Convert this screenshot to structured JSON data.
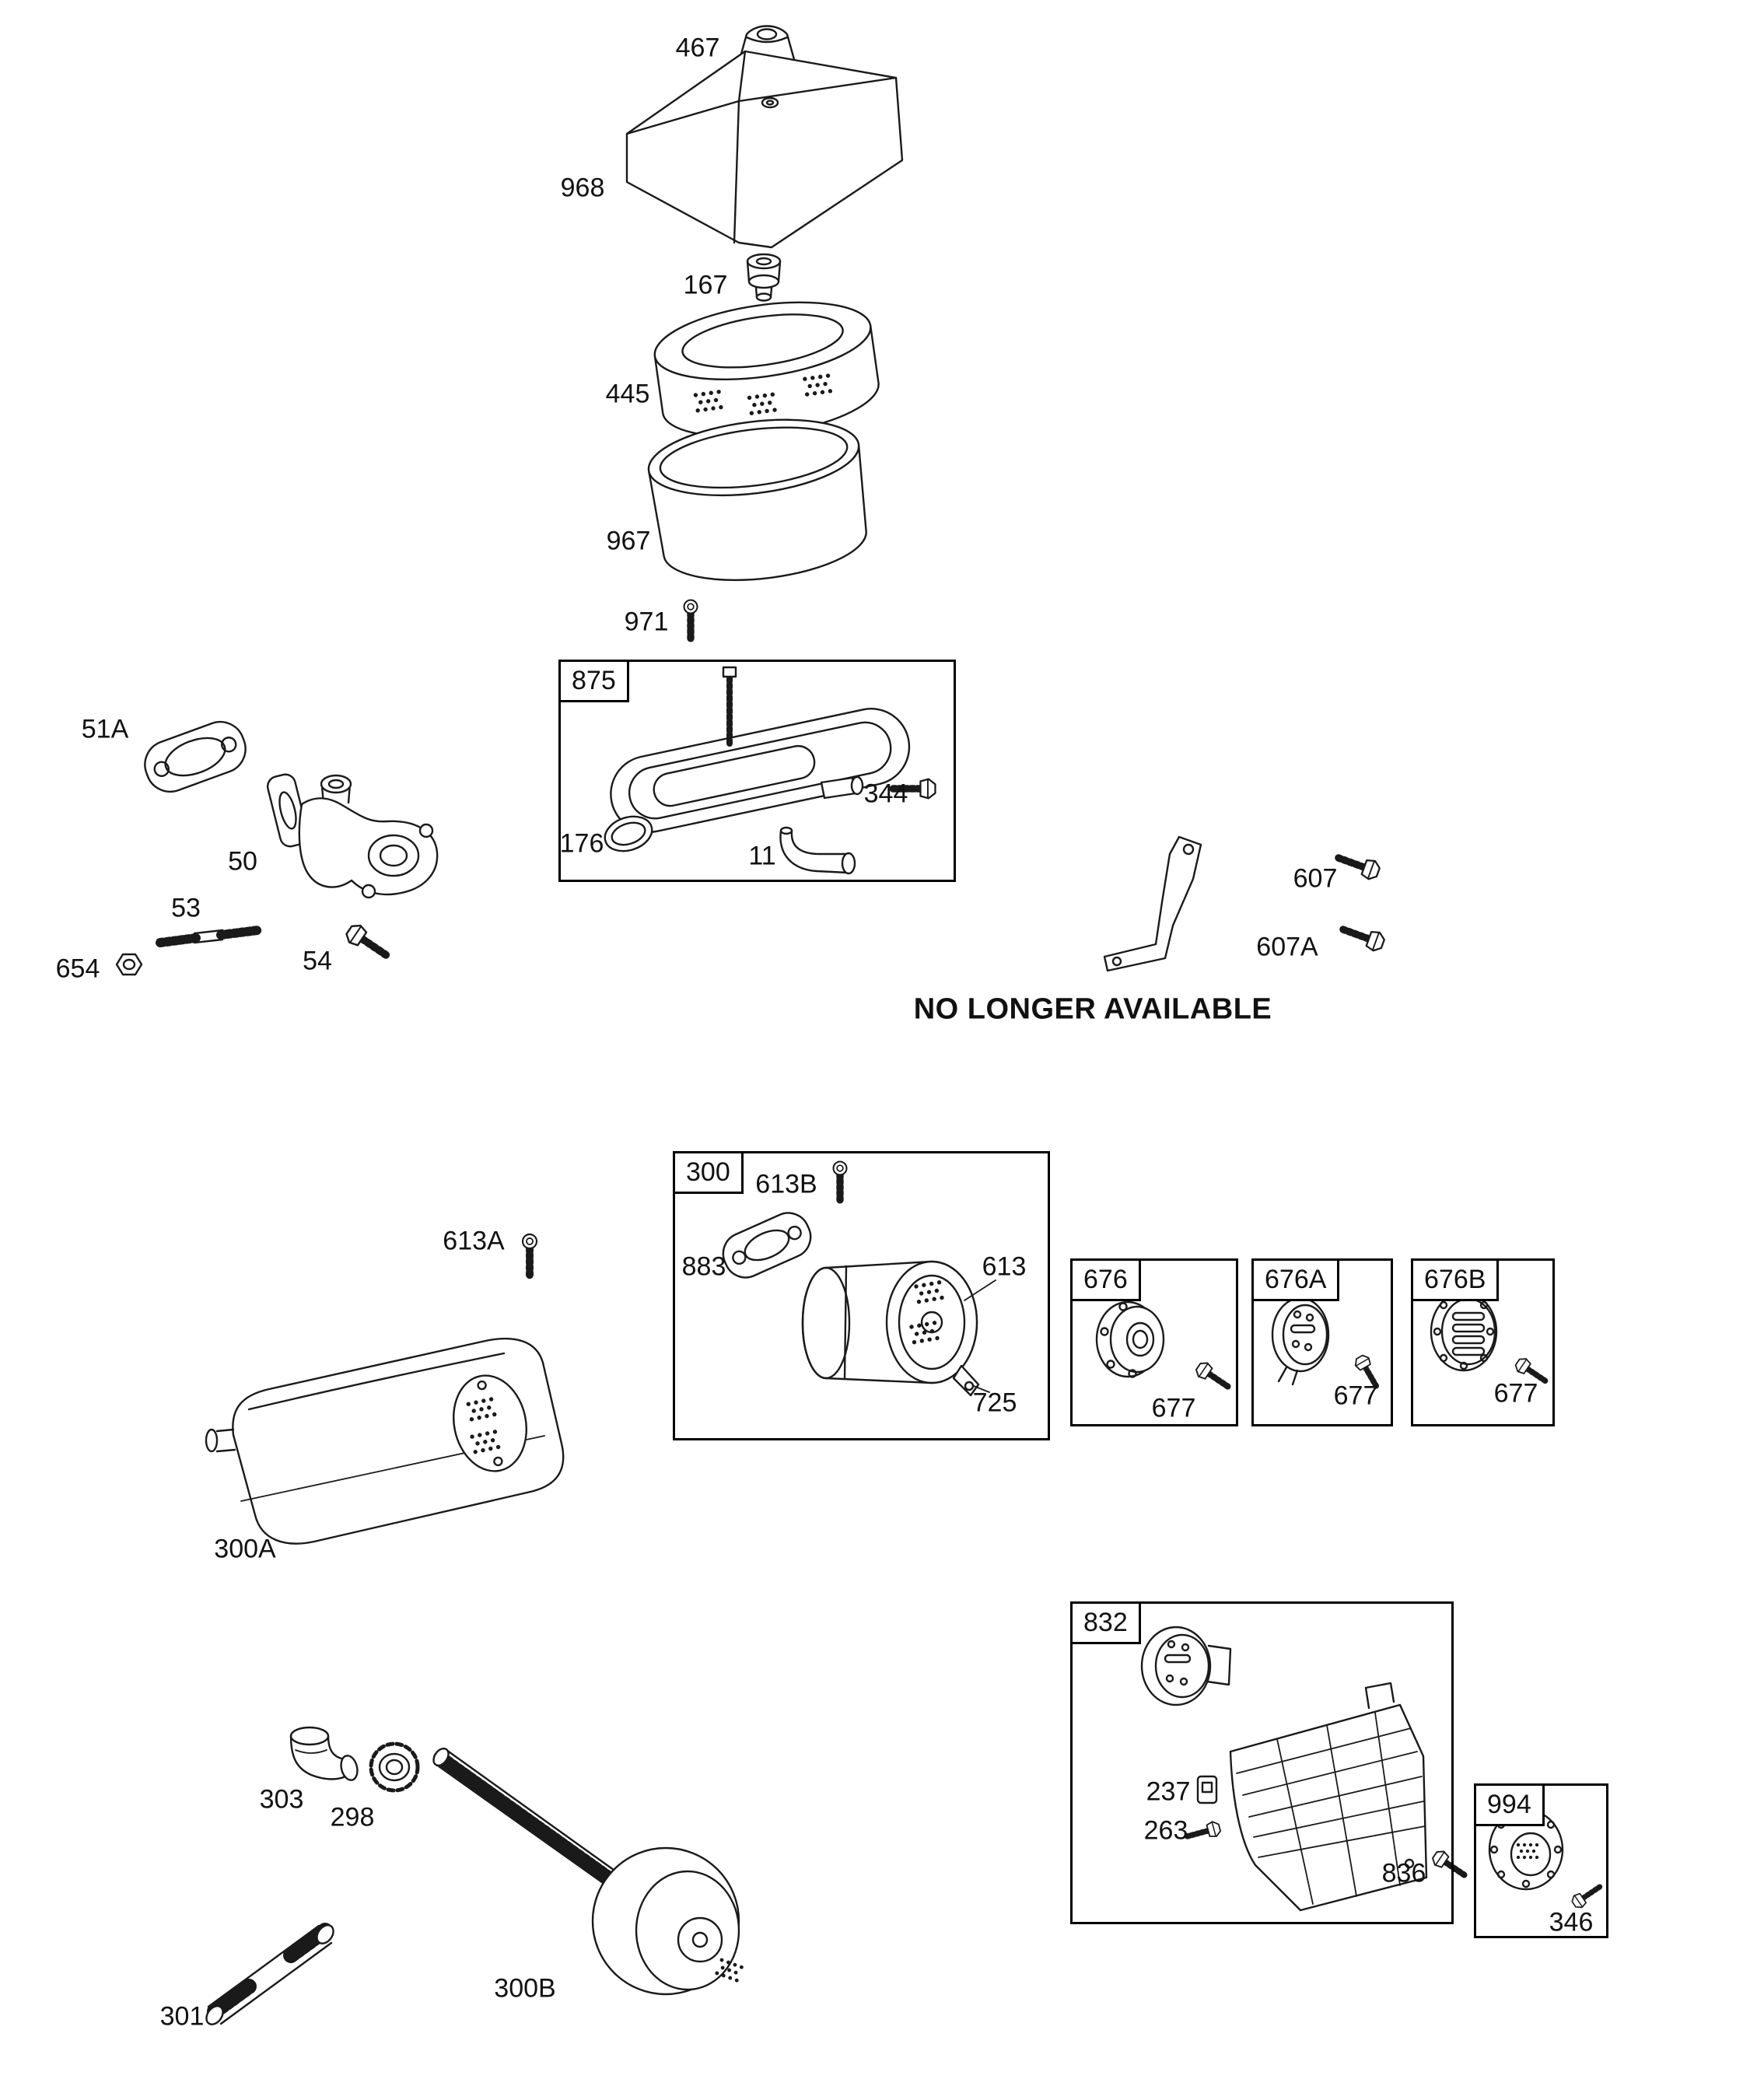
{
  "diagram": {
    "note": "NO LONGER AVAILABLE"
  },
  "labels": {
    "l467": "467",
    "l968": "968",
    "l167": "167",
    "l445": "445",
    "l967": "967",
    "l971": "971",
    "l344": "344",
    "l176": "176",
    "l11": "11",
    "l51A": "51A",
    "l50": "50",
    "l53": "53",
    "l654": "654",
    "l54": "54",
    "l607": "607",
    "l607A": "607A",
    "l613A": "613A",
    "l613B": "613B",
    "l883": "883",
    "l613": "613",
    "l725": "725",
    "l677a": "677",
    "l677b": "677",
    "l677c": "677",
    "l300A": "300A",
    "l303": "303",
    "l298": "298",
    "l300B": "300B",
    "l301": "301",
    "l237": "237",
    "l263": "263",
    "l836": "836",
    "l346": "346"
  },
  "boxes": {
    "b875": "875",
    "b300": "300",
    "b676": "676",
    "b676A": "676A",
    "b676B": "676B",
    "b832": "832",
    "b994": "994"
  }
}
